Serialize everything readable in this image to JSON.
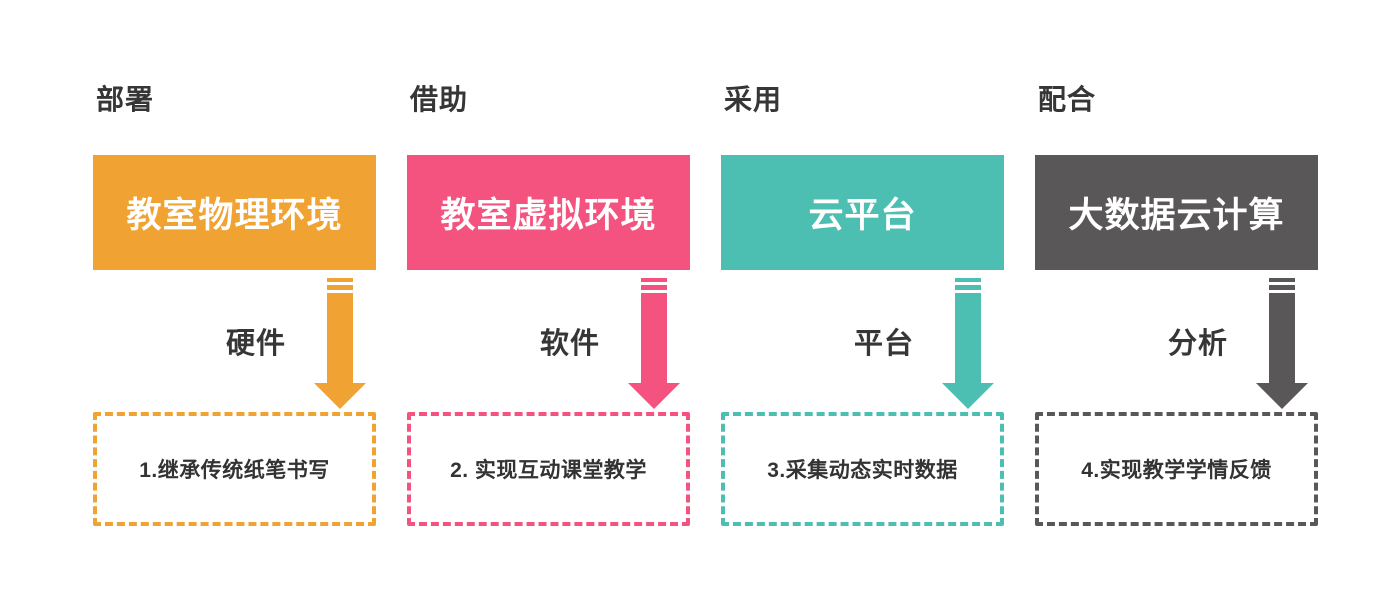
{
  "background": "#FFFFFF",
  "text_color": "#363636",
  "columns": [
    {
      "action": "部署",
      "box_label": "教室物理环境",
      "arrow_label": "硬件",
      "result": "1.继承传统纸笔书写",
      "color": "#F0A232"
    },
    {
      "action": "借助",
      "box_label": "教室虚拟环境",
      "arrow_label": "软件",
      "result": "2. 实现互动课堂教学",
      "color": "#F4527F"
    },
    {
      "action": "采用",
      "box_label": "云平台",
      "arrow_label": "平台",
      "result": "3.采集动态实时数据",
      "color": "#4DBFB2"
    },
    {
      "action": "配合",
      "box_label": "大数据云计算",
      "arrow_label": "分析",
      "result": "4.实现教学学情反馈",
      "color": "#595757"
    }
  ]
}
